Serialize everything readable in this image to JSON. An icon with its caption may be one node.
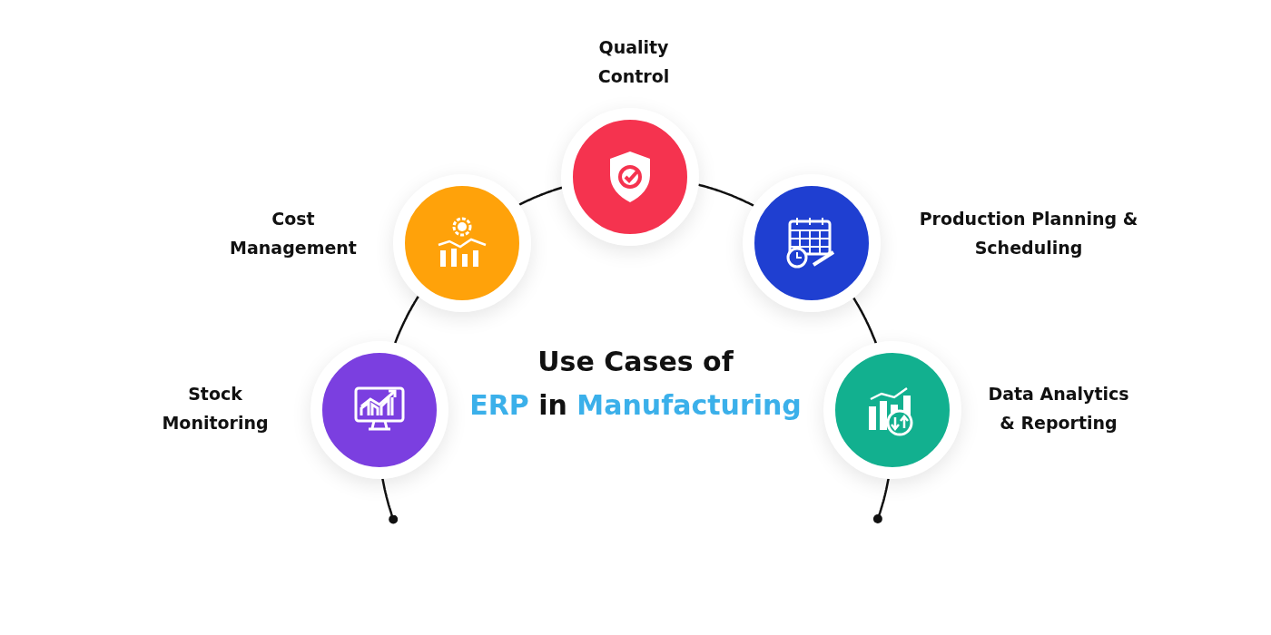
{
  "diagram": {
    "title": "Use Cases of ERP in Manufacturing",
    "nodes": [
      {
        "text": [
          "Stock Monitoring"
        ]
      },
      {
        "text": [
          "Cost Management"
        ]
      },
      {
        "text": [
          "Quality Control"
        ]
      },
      {
        "text": [
          "Production Planning & Scheduling"
        ]
      },
      {
        "text": [
          "Data Analytics & Reporting"
        ]
      }
    ],
    "edges": [
      {
        "from": 0,
        "to": null,
        "arrow": "other"
      },
      {
        "from": 0,
        "to": 1,
        "arrow": "none"
      },
      {
        "from": 1,
        "to": 2,
        "arrow": "none"
      },
      {
        "from": 2,
        "to": 3,
        "arrow": "none"
      },
      {
        "from": 3,
        "to": 4,
        "arrow": "none"
      },
      {
        "from": 4,
        "to": null,
        "arrow": "other"
      }
    ]
  }
}
